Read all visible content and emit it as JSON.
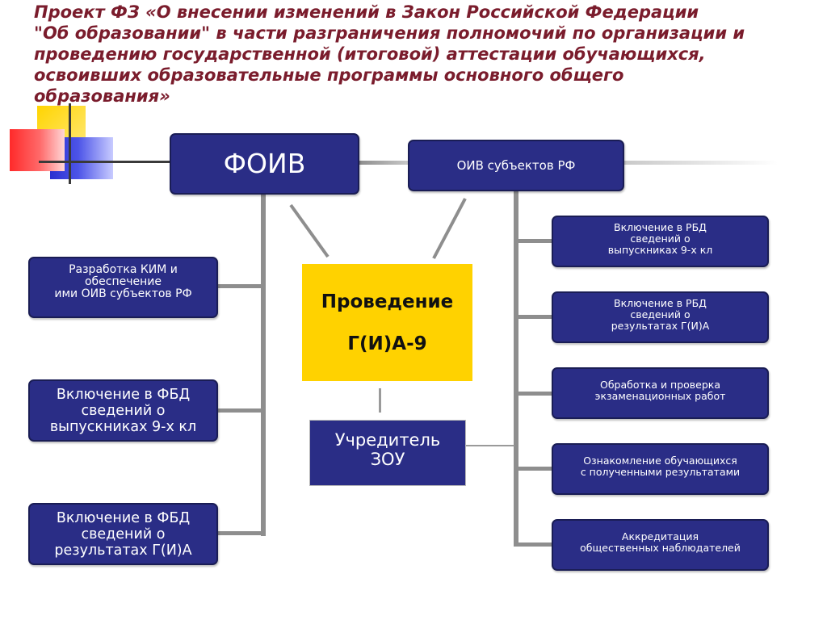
{
  "title_lines": [
    "Проект ФЗ «О внесении изменений в Закон Российской Федерации",
    "\"Об образовании\" в части разграничения полномочий по организации и",
    "проведению государственной (итоговой) аттестации обучающихся,",
    "освоивших образовательные программы основного общего",
    "образования»"
  ],
  "nodes": {
    "foiv": "ФОИВ",
    "oiv": "ОИВ субъектов РФ",
    "center_line1": "Проведение",
    "center_line2": "Г(И)А-9",
    "founder": "Учредитель\nЗОУ"
  },
  "left_boxes": [
    "Разработка КИМ и\nобеспечение\nими ОИВ субъектов РФ",
    "Включение в ФБД\nсведений о\nвыпускниках 9-х кл",
    "Включение в ФБД\nсведений о\nрезультатах Г(И)А"
  ],
  "right_boxes": [
    "Включение в РБД\nсведений о\nвыпускниках 9-х кл",
    "Включение в РБД\nсведений о\nрезультатах Г(И)А",
    "Обработка и проверка\nэкзаменационных работ",
    "Ознакомление обучающихся\nс полученными результатами",
    "Аккредитация\nобщественных наблюдателей"
  ],
  "colors": {
    "box_fill": "#2a2d86",
    "center_fill": "#ffd200",
    "title": "#7a1c2c",
    "connector": "#8e8e8e"
  }
}
